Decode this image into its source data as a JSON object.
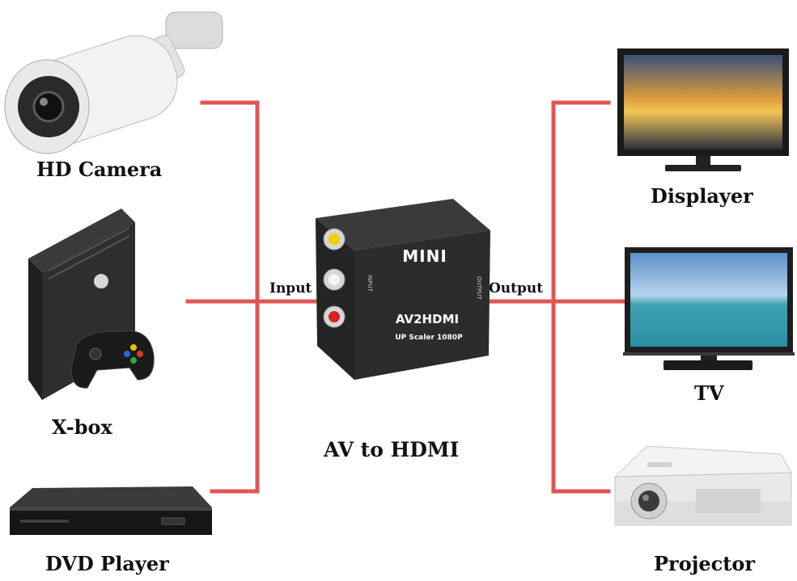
{
  "inputs": [
    {
      "label": "HD Camera",
      "icon": "security-camera-icon"
    },
    {
      "label": "X-box",
      "icon": "game-console-icon"
    },
    {
      "label": "DVD Player",
      "icon": "dvd-player-icon"
    }
  ],
  "outputs": [
    {
      "label": "Displayer",
      "icon": "monitor-icon"
    },
    {
      "label": "TV",
      "icon": "television-icon"
    },
    {
      "label": "Projector",
      "icon": "projector-icon"
    }
  ],
  "converter": {
    "brand": "MINI",
    "model": "AV2HDMI",
    "subtitle": "UP Scaler 1080P",
    "input_port": "INPUT",
    "output_port": "OUTPUT"
  },
  "connections": {
    "input_label": "Input",
    "output_label": "Output",
    "line_color": "#e05555"
  },
  "caption": "AV to HDMI"
}
